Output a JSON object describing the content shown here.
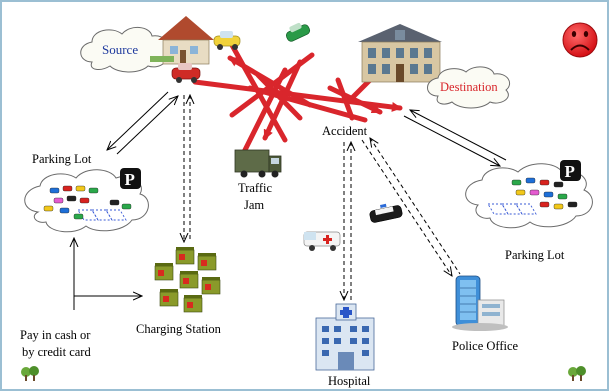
{
  "labels": {
    "source": "Source",
    "destination": "Destination",
    "accident": "Accident",
    "traffic_jam_line1": "Traffic",
    "traffic_jam_line2": "Jam",
    "parking_lot_left": "Parking Lot",
    "parking_lot_right": "Parking Lot",
    "charging_station": "Charging Station",
    "payment_line1": "Pay in cash or",
    "payment_line2": "by credit card",
    "hospital": "Hospital",
    "police_office": "Police Office",
    "parking_sign": "P"
  },
  "icons": {
    "sad_face": "sad-face-icon",
    "tree": "tree-icon",
    "ambulance": "ambulance-icon",
    "police_car": "police-car-icon"
  },
  "colors": {
    "frame": "#9bbfd3",
    "red_arrow": "#d9262c",
    "source_text": "#1f3a9e",
    "destination_text": "#d8262b",
    "sad_face": "#e0161b",
    "cloud": "#ffffff",
    "cloud_border": "#6b6b6b"
  }
}
